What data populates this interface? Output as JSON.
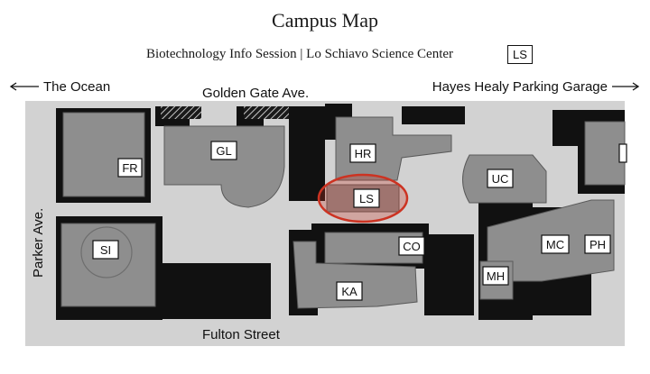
{
  "header": {
    "title": "Campus Map",
    "subtitle": "Biotechnology Info Session | Lo Schiavo Science Center",
    "legend_code": "LS"
  },
  "streets": {
    "left_arrow_label": "The Ocean",
    "top": "Golden Gate Ave.",
    "right_arrow_label": "Hayes Healy Parking Garage",
    "left_side": "Parker Ave.",
    "bottom": "Fulton Street"
  },
  "buildings": {
    "fr": "FR",
    "gl": "GL",
    "hr": "HR",
    "ls": "LS",
    "uc": "UC",
    "si": "SI",
    "co": "CO",
    "mc": "MC",
    "ph": "PH",
    "mh": "MH",
    "ka": "KA"
  },
  "highlight": {
    "building": "LS",
    "color": "#cc3322"
  },
  "colors": {
    "ground": "#d2d2d2",
    "building": "#8e8e8e",
    "dark": "#111111"
  }
}
